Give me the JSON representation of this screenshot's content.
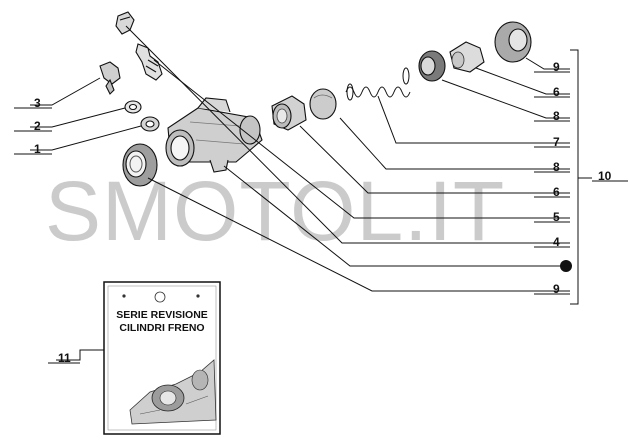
{
  "watermark": "SMOTOL.IT",
  "left_callouts": [
    {
      "num": "3",
      "name": "callout-3"
    },
    {
      "num": "2",
      "name": "callout-2"
    },
    {
      "num": "1",
      "name": "callout-1"
    }
  ],
  "right_callouts": [
    {
      "num": "9",
      "name": "callout-9-top"
    },
    {
      "num": "6",
      "name": "callout-6-top"
    },
    {
      "num": "8",
      "name": "callout-8-top"
    },
    {
      "num": "7",
      "name": "callout-7"
    },
    {
      "num": "8",
      "name": "callout-8-mid"
    },
    {
      "num": "6",
      "name": "callout-6-mid"
    },
    {
      "num": "5",
      "name": "callout-5"
    },
    {
      "num": "4",
      "name": "callout-4"
    },
    {
      "num": "",
      "name": "callout-dot"
    },
    {
      "num": "9",
      "name": "callout-9-bottom"
    }
  ],
  "group_label": "10",
  "kit": {
    "callout": "11",
    "line1": "SERIE REVISIONE",
    "line2": "CILINDRI FRENO"
  }
}
